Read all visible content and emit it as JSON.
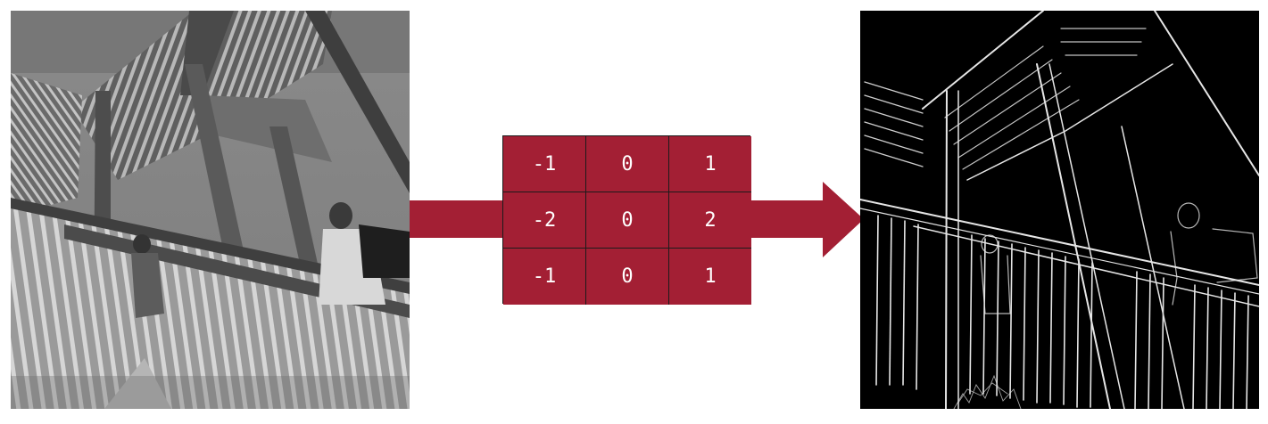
{
  "colors": {
    "accent": "#a31f34",
    "grid_line": "#1b1b1b",
    "kernel_text": "#ffffff",
    "output_background": "#000000"
  },
  "input_image": {
    "icon": "grayscale-staircase-photo"
  },
  "output_image": {
    "icon": "edge-detected-staircase-photo"
  },
  "arrow": {
    "icon": "right-arrow"
  },
  "kernel": {
    "rows": [
      [
        "-1",
        "0",
        "1"
      ],
      [
        "-2",
        "0",
        "2"
      ],
      [
        "-1",
        "0",
        "1"
      ]
    ]
  }
}
